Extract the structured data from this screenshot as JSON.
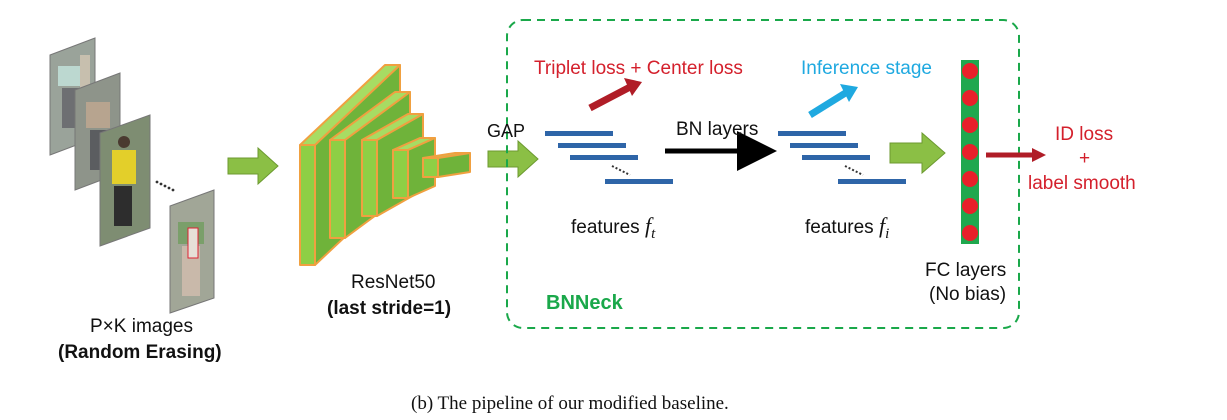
{
  "images": {
    "label_line1": "P×K images",
    "label_line2": "(Random Erasing)"
  },
  "backbone": {
    "name": "ResNet50",
    "detail": "(last stride=1)"
  },
  "bnneck": {
    "title": "BNNeck",
    "gap": "GAP",
    "train_loss": "Triplet loss + Center loss",
    "inference": "Inference stage",
    "bn_layers": "BN layers",
    "features_label": "features",
    "ft_symbol": "f",
    "ft_sub": "t",
    "fi_symbol": "f",
    "fi_sub": "i"
  },
  "fc": {
    "line1": "FC layers",
    "line2": "(No bias)"
  },
  "loss": {
    "line1": "ID loss",
    "plus": "+",
    "line2": "label smooth"
  },
  "caption": "(b) The pipeline of our modified baseline.",
  "colors": {
    "arrow_green": "#8bbf45",
    "cnn_green": "#8ecf45",
    "cnn_edge": "#f0a040",
    "bnneck_green": "#1aa84a",
    "loss_red": "#d4202c",
    "inference_blue": "#1fa9e0",
    "feature_bar": "#2e65a8",
    "fc_green": "#1fa84e",
    "fc_node": "#e8202a"
  }
}
